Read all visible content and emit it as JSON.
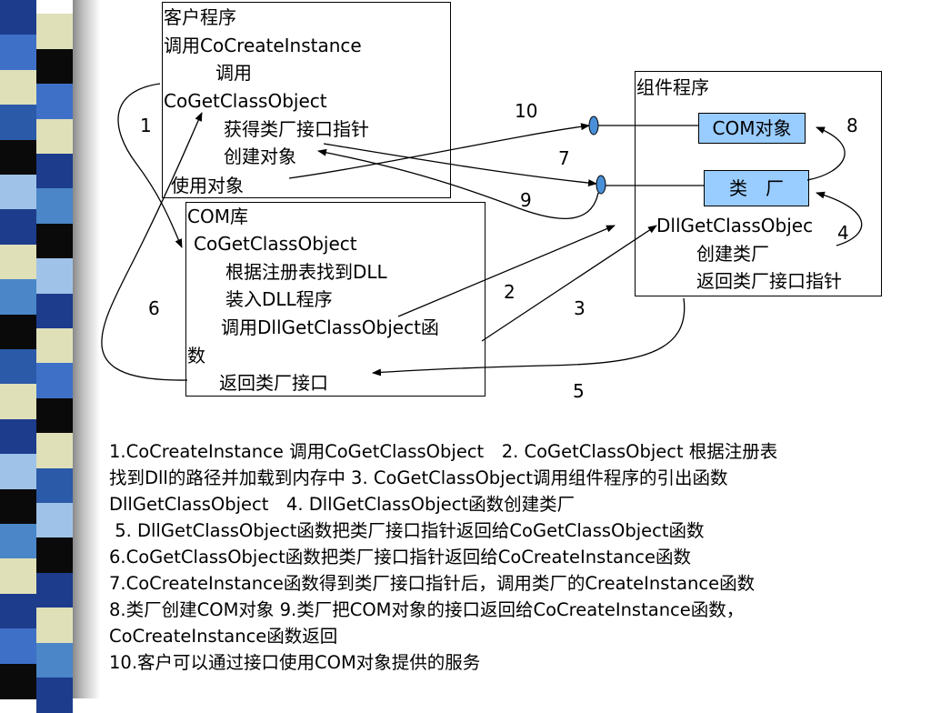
{
  "decor": {
    "stripe_colors_a": [
      "#1d3c8c",
      "#3f70c8",
      "#dfe0b8",
      "#2b5aa8",
      "#0a0a0a",
      "#9fc3e8",
      "#1d3c8c",
      "#dfe0b8",
      "#4a86c8",
      "#0a0a0a",
      "#2b5aa8",
      "#dfe0b8",
      "#1d3c8c",
      "#9fc3e8",
      "#0a0a0a",
      "#4a86c8",
      "#dfe0b8",
      "#1d3c8c",
      "#3f70c8",
      "#0a0a0a"
    ],
    "stripe_colors_b": [
      "#dfe0b8",
      "#0a0a0a",
      "#3f70c8",
      "#dfe0b8",
      "#1d3c8c",
      "#4a86c8",
      "#0a0a0a",
      "#9fc3e8",
      "#1d3c8c",
      "#dfe0b8",
      "#3f70c8",
      "#0a0a0a",
      "#dfe0b8",
      "#2b5aa8",
      "#9fc3e8",
      "#0a0a0a",
      "#1d3c8c",
      "#dfe0b8",
      "#4a86c8",
      "#1d3c8c"
    ]
  },
  "client": {
    "title": "客户程序",
    "line1": "调用CoCreateInstance",
    "line2": "调用",
    "line3": "CoGetClassObject",
    "line4": "获得类厂接口指针",
    "line5": "创建对象",
    "line6": "使用对象"
  },
  "library": {
    "title": "COM库",
    "line1": "CoGetClassObject",
    "line2": "根据注册表找到DLL",
    "line3": "装入DLL程序",
    "line4": "调用DllGetClassObject函",
    "line5": "数",
    "line6": "返回类厂接口"
  },
  "component": {
    "title": "组件程序",
    "com_object": "COM对象",
    "factory": "类　厂",
    "line1": "DllGetClassObjec",
    "line2": "创建类厂",
    "line3": "返回类厂接口指针"
  },
  "step_numbers": {
    "n1": "1",
    "n2": "2",
    "n3": "3",
    "n4": "4",
    "n5": "5",
    "n6": "6",
    "n7": "7",
    "n8": "8",
    "n9": "9",
    "n10": "10"
  },
  "notes": [
    "1.CoCreateInstance 调用CoGetClassObject　2. CoGetClassObject 根据注册表",
    "找到Dll的路径并加载到内存中 3. CoGetClassObject调用组件程序的引出函数",
    "DllGetClassObject　4. DllGetClassObject函数创建类厂",
    " 5. DllGetClassObject函数把类厂接口指针返回给CoGetClassObject函数",
    "6.CoGetClassObject函数把类厂接口指针返回给CoCreateInstance函数",
    "7.CoCreateInstance函数得到类厂接口指针后，调用类厂的CreateInstance函数",
    "8.类厂创建COM对象 9.类厂把COM对象的接口返回给CoCreateInstance函数，",
    "CoCreateInstance函数返回",
    "10.客户可以通过接口使用COM对象提供的服务"
  ],
  "colors": {
    "highlight": "#99ccff",
    "interface_dot": "#4a90d9"
  }
}
